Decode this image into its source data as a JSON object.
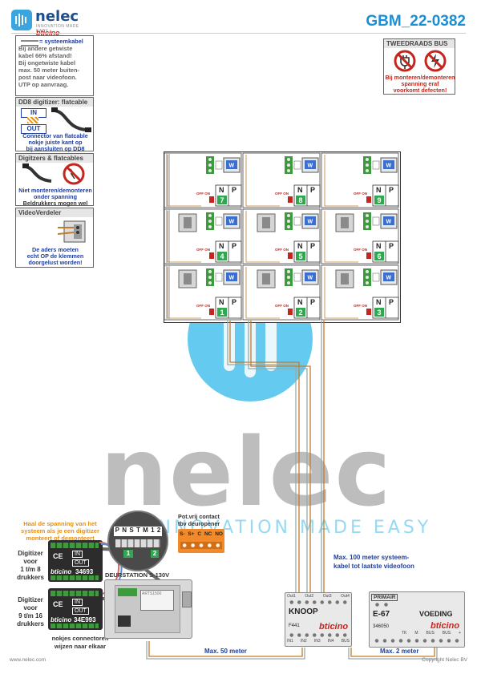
{
  "header": {
    "logo_name": "nelec",
    "logo_sub": "INNOVATION MADE EASY",
    "logo_brand": "bticino",
    "doc_code": "GBM_22-0382"
  },
  "notes": {
    "cable": {
      "title": "= systeemkabel",
      "lines": [
        "Bij andere getwiste",
        "kabel 66% afstand!",
        "Bij ongetwiste kabel",
        "max. 50 meter buiten-",
        "post naar videofoon.",
        "UTP op aanvraag."
      ]
    },
    "dd8": {
      "title": "DD8 digitizer: flatcable",
      "in": "IN",
      "out": "OUT",
      "lines": [
        "Connector van flatcable",
        "nokje juiste kant op",
        "bij aansluiten op DD8"
      ]
    },
    "digitizers": {
      "title": "Digitzers & flatcables",
      "lines": [
        "Niet monteren/demonteren",
        "onder spanning",
        "Beldrukkers mogen wel"
      ]
    },
    "videoverdeler": {
      "title": "VideoVerdeler",
      "lines": [
        "De aders moeten",
        "echt OP de klemmen",
        "doorgelust worden!"
      ]
    },
    "tweedraads": {
      "title": "TWEEDRAADS BUS",
      "lines": [
        "Bij monteren/demonteren",
        "spanning eraf",
        "voorkomt defecten!"
      ]
    }
  },
  "apartments": {
    "off_on": "OFF ON",
    "n": "N",
    "p": "P",
    "units": [
      "7",
      "8",
      "9",
      "4",
      "5",
      "6",
      "1",
      "2",
      "3"
    ]
  },
  "entrance": {
    "spanning_note": [
      "Haal de spanning van het",
      "systeem als je een digitizer",
      "monteert of demonteert"
    ],
    "digitizer1": {
      "title": [
        "Digitizer",
        "voor",
        "1 t/m 8",
        "drukkers"
      ],
      "code": "34693",
      "brand": "bticino",
      "ce": "CE",
      "in": "IN",
      "out": "OUT"
    },
    "digitizer2": {
      "title": [
        "Digitizer",
        "voor",
        "9 t/m 16",
        "drukkers"
      ],
      "code": "34E993",
      "brand": "bticino",
      "ce": "CE",
      "in": "IN",
      "out": "OUT"
    },
    "nokjes": [
      "nokjes connectoren",
      "wijzen naar elkaar"
    ],
    "deurstation": "DEURSTATION S-130V",
    "deurstation_code": "ARTS1500",
    "terminal_labels": [
      "P",
      "N",
      "S",
      "T",
      "M",
      "1",
      "2"
    ],
    "terminal_numbers": [
      "1",
      "2"
    ],
    "pot_vrij": [
      "Pot.vrij contact",
      "tbv deuropener"
    ],
    "relay_labels": [
      "S-",
      "S+",
      "C",
      "NC",
      "NO"
    ]
  },
  "knoop": {
    "label": "KNOOP",
    "code": "F441",
    "brand": "bticino",
    "outs": [
      "Out1",
      "Out2",
      "Out3",
      "Out4"
    ],
    "ins": [
      "IN1",
      "IN2",
      "IN3",
      "IN4",
      "BUS"
    ]
  },
  "voeding": {
    "primair": "PRIMAIR",
    "label": "VOEDING",
    "e67": "E-67",
    "code": "346050",
    "brand": "bticino",
    "terms": [
      "BUS",
      "BUS",
      "+",
      "TK",
      "M"
    ]
  },
  "labels": {
    "max100": [
      "Max. 100 meter systeem-",
      "kabel tot laatste videofoon"
    ],
    "max50": "Max. 50 meter",
    "max2": "Max. 2 meter"
  },
  "watermark": {
    "name": "nelec",
    "tagline": "INNOVATION MADE EASY"
  },
  "footer": {
    "left": "www.nelec.com",
    "right": "Copyright Nelec BV"
  },
  "colors": {
    "accent_blue": "#1a8fd6",
    "brand_red": "#c4261d",
    "watermark_blue": "#5cc7ee",
    "watermark_gray": "#bdbdbd",
    "led_green": "#2fa84f",
    "relay_orange": "#f08a2a"
  }
}
